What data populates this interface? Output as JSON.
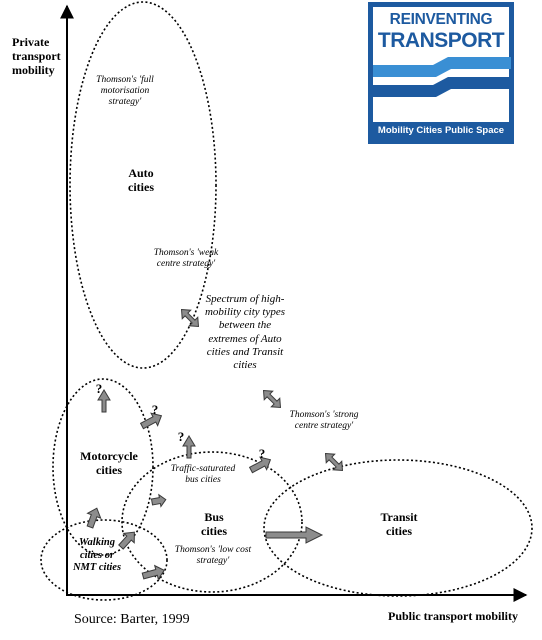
{
  "axes": {
    "y_label": "Private transport mobility",
    "x_label": "Public transport mobility"
  },
  "cities": {
    "auto": "Auto cities",
    "motorcycle": "Motorcycle cities",
    "walking": "Walking cities or NMT cities",
    "bus": "Bus cities",
    "transit": "Transit cities"
  },
  "notes": {
    "full_motorisation": "Thomson's 'full motorisation strategy'",
    "weak_centre": "Thomson's 'weak centre strategy'",
    "strong_centre": "Thomson's 'strong centre strategy'",
    "low_cost": "Thomson's 'low cost strategy'",
    "traffic_saturated": "Traffic-saturated bus cities"
  },
  "spectrum": "Spectrum of high-mobility city types between the extremes of Auto cities and Transit cities",
  "question_marks": [
    "?",
    "?",
    "?",
    "?"
  ],
  "source": "Source: Barter, 1999",
  "logo": {
    "line1": "REINVENTING",
    "line2": "TRANSPORT",
    "tagline": "Mobility  Cities  Public Space",
    "color": "#1d5aa0"
  },
  "colors": {
    "arrow_fill": "#8c8c8c",
    "arrow_stroke": "#3a3a3a",
    "ellipse_stroke": "#000000"
  }
}
